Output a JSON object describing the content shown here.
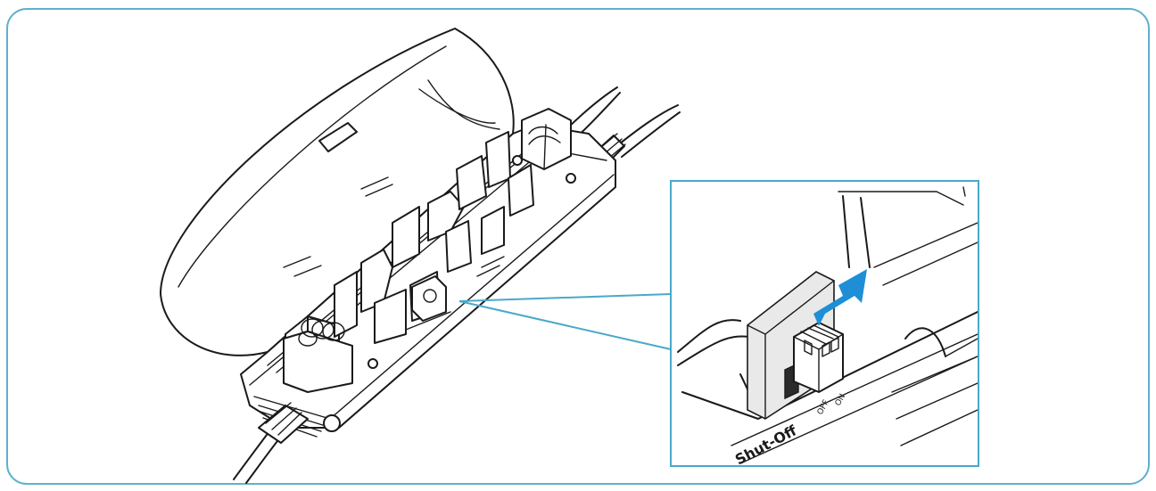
{
  "colors": {
    "frame": "#5fb1cc",
    "callout": "#4aa8c9",
    "arrow": "#1e8fd6",
    "ink": "#1a1a1a"
  },
  "inset": {
    "switch_label": "Shut-Off",
    "off_label": "OFF",
    "on_label": "ON"
  }
}
